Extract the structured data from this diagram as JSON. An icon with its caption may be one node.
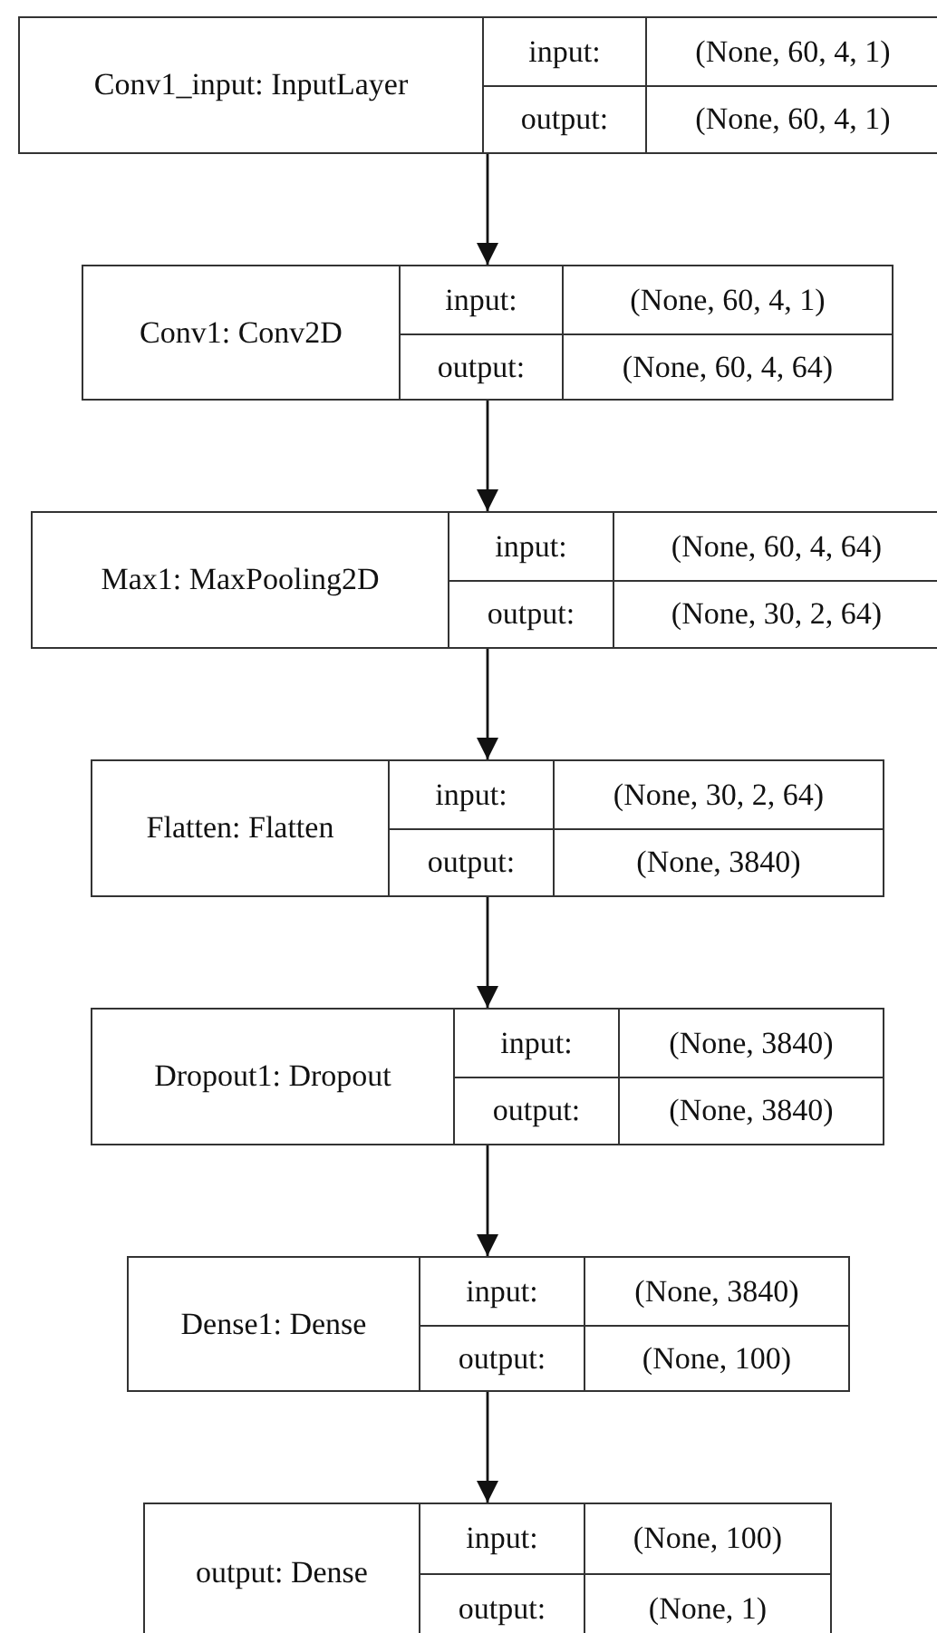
{
  "diagram": {
    "nodes": [
      {
        "text": [
          "Conv1_input: InputLayer",
          "input:",
          "(None, 60, 4, 1)",
          "output:",
          "(None, 60, 4, 1)"
        ]
      },
      {
        "text": [
          "Conv1: Conv2D",
          "input:",
          "(None, 60, 4, 1)",
          "output:",
          "(None, 60, 4, 64)"
        ]
      },
      {
        "text": [
          "Max1: MaxPooling2D",
          "input:",
          "(None, 60, 4, 64)",
          "output:",
          "(None, 30, 2, 64)"
        ]
      },
      {
        "text": [
          "Flatten: Flatten",
          "input:",
          "(None, 30, 2, 64)",
          "output:",
          "(None, 3840)"
        ]
      },
      {
        "text": [
          "Dropout1: Dropout",
          "input:",
          "(None, 3840)",
          "output:",
          "(None, 3840)"
        ]
      },
      {
        "text": [
          "Dense1: Dense",
          "input:",
          "(None, 3840)",
          "output:",
          "(None, 100)"
        ]
      },
      {
        "text": [
          "output: Dense",
          "input:",
          "(None, 100)",
          "output:",
          "(None, 1)"
        ]
      }
    ],
    "edges": [
      {
        "from": 0,
        "to": 1,
        "arrow": "to"
      },
      {
        "from": 1,
        "to": 2,
        "arrow": "to"
      },
      {
        "from": 2,
        "to": 3,
        "arrow": "to"
      },
      {
        "from": 3,
        "to": 4,
        "arrow": "to"
      },
      {
        "from": 4,
        "to": 5,
        "arrow": "to"
      },
      {
        "from": 5,
        "to": 6,
        "arrow": "to"
      }
    ]
  }
}
